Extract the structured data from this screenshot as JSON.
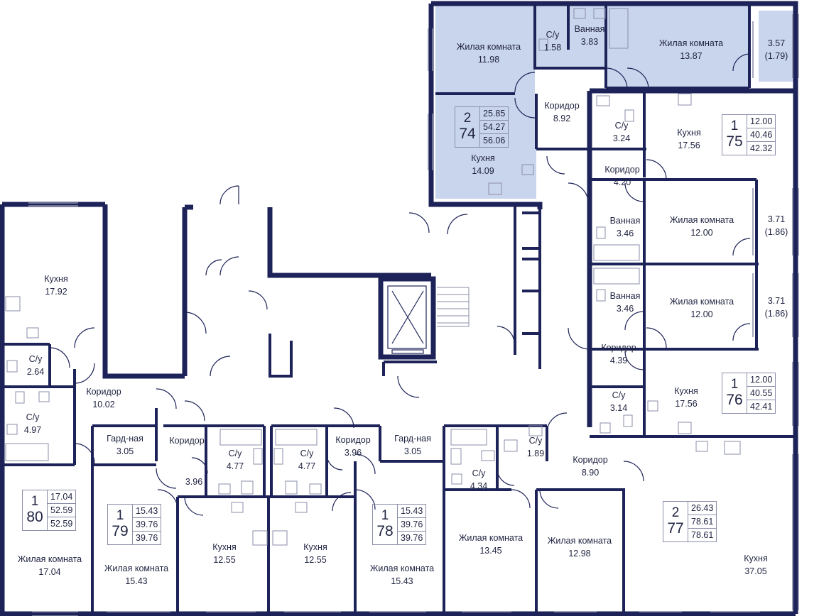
{
  "colors": {
    "wall": "#1d2358",
    "highlight": "#c9d5ec",
    "text": "#1f2340",
    "fixture": "#8a8ea8"
  },
  "rooms": {
    "r74_living": {
      "name": "Жилая комната",
      "area": "11.98"
    },
    "r74_wc": {
      "name": "С/у",
      "area": "1.58"
    },
    "r74_bath": {
      "name": "Ванная",
      "area": "3.83"
    },
    "r74_living2": {
      "name": "Жилая комната",
      "area": "13.87"
    },
    "r74_balcony": {
      "name": "3.57",
      "area": "(1.79)"
    },
    "r74_corridor": {
      "name": "Коридор",
      "area": "8.92"
    },
    "r74_kitchen": {
      "name": "Кухня",
      "area": "14.09"
    },
    "r75_wc": {
      "name": "С/у",
      "area": "3.24"
    },
    "r75_kitchen": {
      "name": "Кухня",
      "area": "17.56"
    },
    "r75_corridor": {
      "name": "Коридор",
      "area": "4.20"
    },
    "r75_bath": {
      "name": "Ванная",
      "area": "3.46"
    },
    "r75_living": {
      "name": "Жилая комната",
      "area": "12.00"
    },
    "r75_balcony": {
      "name": "3.71",
      "area": "(1.86)"
    },
    "r76_bath": {
      "name": "Ванная",
      "area": "3.46"
    },
    "r76_living": {
      "name": "Жилая комната",
      "area": "12.00"
    },
    "r76_balcony": {
      "name": "3.71",
      "area": "(1.86)"
    },
    "r76_corridor": {
      "name": "Коридор",
      "area": "4.39"
    },
    "r76_wc": {
      "name": "С/у",
      "area": "3.14"
    },
    "r76_kitchen": {
      "name": "Кухня",
      "area": "17.56"
    },
    "r80_kitchen": {
      "name": "Кухня",
      "area": "17.92"
    },
    "r80_wc1": {
      "name": "С/у",
      "area": "2.64"
    },
    "r80_wc2": {
      "name": "С/у",
      "area": "4.97"
    },
    "r80_corridor": {
      "name": "Коридор",
      "area": "10.02"
    },
    "r80_living": {
      "name": "Жилая комната",
      "area": "17.04"
    },
    "r79_ward": {
      "name": "Гард-ная",
      "area": "3.05"
    },
    "r79_corridor": {
      "name": "Коридор",
      "area": "3.96"
    },
    "r79_wc": {
      "name": "С/у",
      "area": "4.77"
    },
    "r79_living": {
      "name": "Жилая комната",
      "area": "15.43"
    },
    "r79_kitchen": {
      "name": "Кухня",
      "area": "12.55"
    },
    "r78_wc": {
      "name": "С/у",
      "area": "4.77"
    },
    "r78_kitchen": {
      "name": "Кухня",
      "area": "12.55"
    },
    "r78_corridor": {
      "name": "Коридор",
      "area": "3.96"
    },
    "r78_ward": {
      "name": "Гард-ная",
      "area": "3.05"
    },
    "r78_living": {
      "name": "Жилая комната",
      "area": "15.43"
    },
    "r77_wc1": {
      "name": "С/у",
      "area": "4.34"
    },
    "r77_wc2": {
      "name": "С/у",
      "area": "1.89"
    },
    "r77_corridor": {
      "name": "Коридор",
      "area": "8.90"
    },
    "r77_living1": {
      "name": "Жилая комната",
      "area": "13.45"
    },
    "r77_living2": {
      "name": "Жилая комната",
      "area": "12.98"
    },
    "r77_kitchen": {
      "name": "Кухня",
      "area": "37.05"
    }
  },
  "apartments": {
    "a74": {
      "rooms": "2",
      "number": "74",
      "a1": "25.85",
      "a2": "54.27",
      "a3": "56.06"
    },
    "a75": {
      "rooms": "1",
      "number": "75",
      "a1": "12.00",
      "a2": "40.46",
      "a3": "42.32"
    },
    "a76": {
      "rooms": "1",
      "number": "76",
      "a1": "12.00",
      "a2": "40.55",
      "a3": "42.41"
    },
    "a80": {
      "rooms": "1",
      "number": "80",
      "a1": "17.04",
      "a2": "52.59",
      "a3": "52.59"
    },
    "a79": {
      "rooms": "1",
      "number": "79",
      "a1": "15.43",
      "a2": "39.76",
      "a3": "39.76"
    },
    "a78": {
      "rooms": "1",
      "number": "78",
      "a1": "15.43",
      "a2": "39.76",
      "a3": "39.76"
    },
    "a77": {
      "rooms": "2",
      "number": "77",
      "a1": "26.43",
      "a2": "78.61",
      "a3": "78.61"
    }
  }
}
